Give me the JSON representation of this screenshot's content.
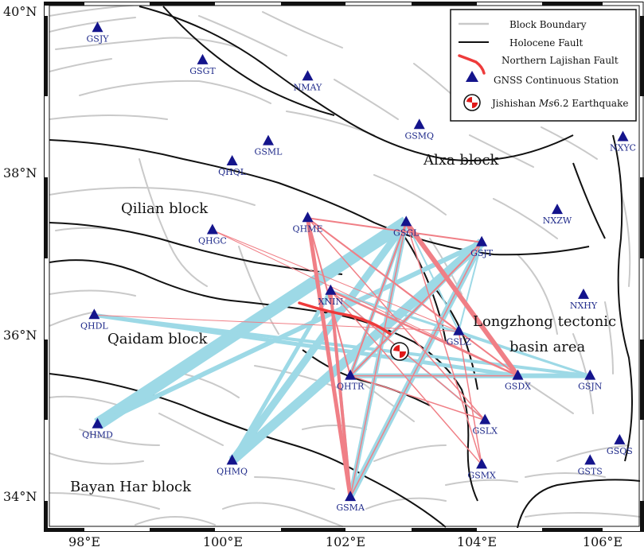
{
  "legend": {
    "items": [
      {
        "label": "Block Boundary"
      },
      {
        "label": "Holocene Fault"
      },
      {
        "label": "Northern Lajishan Fault"
      },
      {
        "label": "GNSS Continuous Station"
      },
      {
        "label_pre": "Jishishan ",
        "label_em": "Ms",
        "label_post": "6.2 Earthquake"
      }
    ]
  },
  "axes": {
    "x_ticks": [
      "98°E",
      "100°E",
      "102°E",
      "104°E",
      "106°E"
    ],
    "y_ticks": [
      "40°N",
      "38°N",
      "36°N",
      "34°N"
    ]
  },
  "blocks": [
    {
      "id": "alxa",
      "lines": [
        "Alxa block"
      ]
    },
    {
      "id": "qilian",
      "lines": [
        "Qilian block"
      ]
    },
    {
      "id": "qaidam",
      "lines": [
        "Qaidam block"
      ]
    },
    {
      "id": "longzhong",
      "lines": [
        "Longzhong tectonic",
        "basin area"
      ]
    },
    {
      "id": "bayanhar",
      "lines": [
        "Bayan Har block"
      ]
    }
  ],
  "stations": [
    {
      "name": "GSJY",
      "lon": 98.2,
      "lat": 39.85
    },
    {
      "name": "GSGT",
      "lon": 99.8,
      "lat": 39.45
    },
    {
      "name": "NMAY",
      "lon": 101.4,
      "lat": 39.25
    },
    {
      "name": "GSMQ",
      "lon": 103.1,
      "lat": 38.65
    },
    {
      "name": "GSML",
      "lon": 100.8,
      "lat": 38.45
    },
    {
      "name": "NXYC",
      "lon": 106.2,
      "lat": 38.5
    },
    {
      "name": "QHQL",
      "lon": 100.25,
      "lat": 38.2
    },
    {
      "name": "NXZW",
      "lon": 105.2,
      "lat": 37.6
    },
    {
      "name": "QHME",
      "lon": 101.4,
      "lat": 37.5
    },
    {
      "name": "GSGL",
      "lon": 102.9,
      "lat": 37.45
    },
    {
      "name": "QHGC",
      "lon": 99.95,
      "lat": 37.35
    },
    {
      "name": "GSJT",
      "lon": 104.05,
      "lat": 37.2
    },
    {
      "name": "XNIN",
      "lon": 101.75,
      "lat": 36.6
    },
    {
      "name": "NXHY",
      "lon": 105.6,
      "lat": 36.55
    },
    {
      "name": "QHDL",
      "lon": 98.15,
      "lat": 36.3
    },
    {
      "name": "GSLZ",
      "lon": 103.7,
      "lat": 36.1
    },
    {
      "name": "QHTR",
      "lon": 102.05,
      "lat": 35.55
    },
    {
      "name": "GSDX",
      "lon": 104.6,
      "lat": 35.55
    },
    {
      "name": "GSJN",
      "lon": 105.7,
      "lat": 35.55
    },
    {
      "name": "GSLX",
      "lon": 104.1,
      "lat": 35.0
    },
    {
      "name": "QHMD",
      "lon": 98.2,
      "lat": 34.95
    },
    {
      "name": "GSQS",
      "lon": 106.15,
      "lat": 34.75
    },
    {
      "name": "QHMQ",
      "lon": 100.25,
      "lat": 34.5
    },
    {
      "name": "GSTS",
      "lon": 105.7,
      "lat": 34.5
    },
    {
      "name": "GSMX",
      "lon": 104.05,
      "lat": 34.45
    },
    {
      "name": "GSMA",
      "lon": 102.05,
      "lat": 34.05
    }
  ],
  "earthquake": {
    "lon": 102.8,
    "lat": 35.85
  },
  "colors": {
    "block_boundary": "#c9c9c9",
    "holocene_fault": "#111111",
    "lajishan_fault": "#ee3b3b",
    "station": "#14148c",
    "strain_blue": "#9dd9e6",
    "strain_red": "#f07f86",
    "quake": "#e01919"
  }
}
